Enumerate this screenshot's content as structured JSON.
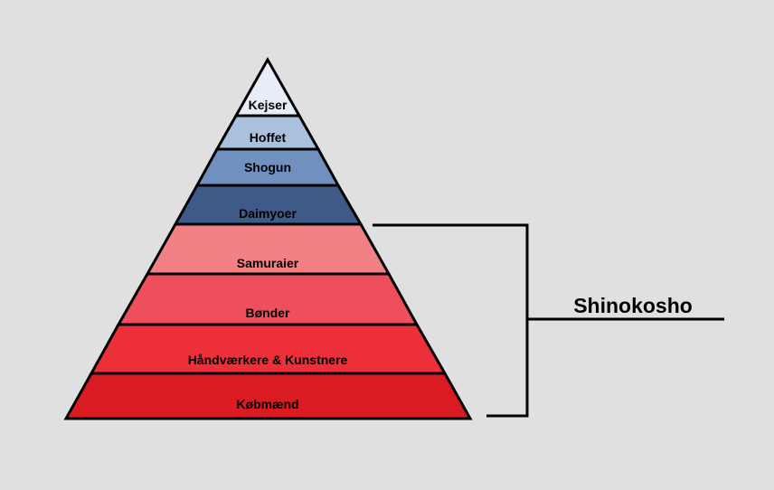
{
  "diagram": {
    "type": "pyramid-hierarchy",
    "title": "",
    "background_color": "#e0e0e0",
    "outline_color": "#000000",
    "levels": [
      {
        "rank": 1,
        "label": "Kejser",
        "color": "#e6edf7"
      },
      {
        "rank": 2,
        "label": "Hoffet",
        "color": "#aac1de"
      },
      {
        "rank": 3,
        "label": "Shogun",
        "color": "#7090bf"
      },
      {
        "rank": 4,
        "label": "Daimyoer",
        "color": "#3d5a88"
      },
      {
        "rank": 5,
        "label": "Samuraier",
        "color": "#f28085"
      },
      {
        "rank": 6,
        "label": "Bønder",
        "color": "#ef4f5c"
      },
      {
        "rank": 7,
        "label": "Håndværkere & Kunstnere",
        "color": "#ed2f39"
      },
      {
        "rank": 8,
        "label": "Købmænd",
        "color": "#da1b22"
      }
    ],
    "bracket": {
      "label": "Shinokosho",
      "grouped_levels": [
        "Samuraier",
        "Bønder",
        "Håndværkere & Kunstnere",
        "Købmænd"
      ],
      "line_color": "#000000"
    }
  }
}
